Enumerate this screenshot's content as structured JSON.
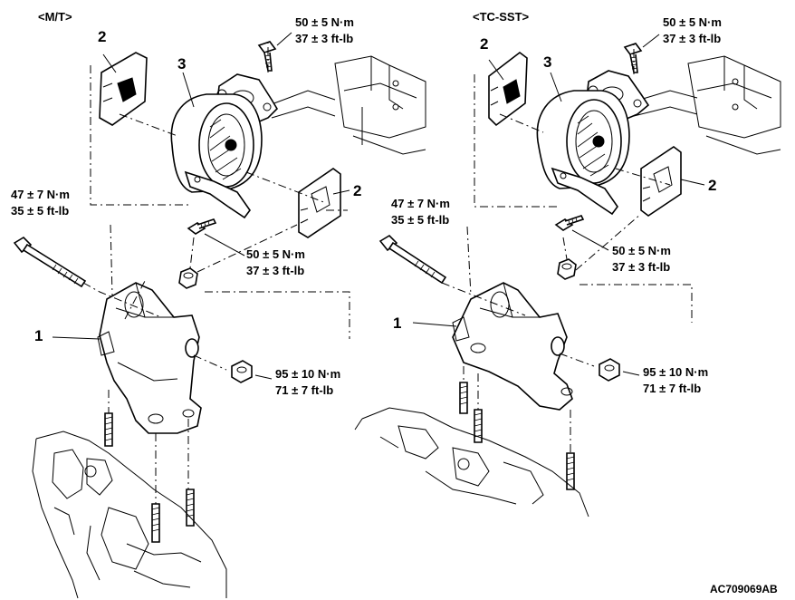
{
  "left_view": {
    "title": "<M/T>",
    "callouts": {
      "item_1": "1",
      "item_2_top": "2",
      "item_2_right": "2",
      "item_3": "3"
    },
    "torques": {
      "top_bolt": [
        "50 ± 5 N·m",
        "37 ± 3 ft-lb"
      ],
      "side_bolt": [
        "47 ± 7 N·m",
        "35 ± 5 ft-lb"
      ],
      "lower_bolt": [
        "50 ± 5 N·m",
        "37 ± 3 ft-lb"
      ],
      "nut": [
        "95 ± 10 N·m",
        "71 ± 7 ft-lb"
      ]
    }
  },
  "right_view": {
    "title": "<TC-SST>",
    "callouts": {
      "item_1": "1",
      "item_2_top": "2",
      "item_2_right": "2",
      "item_3": "3"
    },
    "torques": {
      "top_bolt": [
        "50 ± 5 N·m",
        "37 ± 3 ft-lb"
      ],
      "side_bolt": [
        "47 ± 7 N·m",
        "35 ± 5 ft-lb"
      ],
      "lower_bolt": [
        "50 ± 5 N·m",
        "37 ± 3 ft-lb"
      ],
      "nut": [
        "95 ± 10 N·m",
        "71 ± 7 ft-lb"
      ]
    }
  },
  "figure_code": "AC709069AB"
}
